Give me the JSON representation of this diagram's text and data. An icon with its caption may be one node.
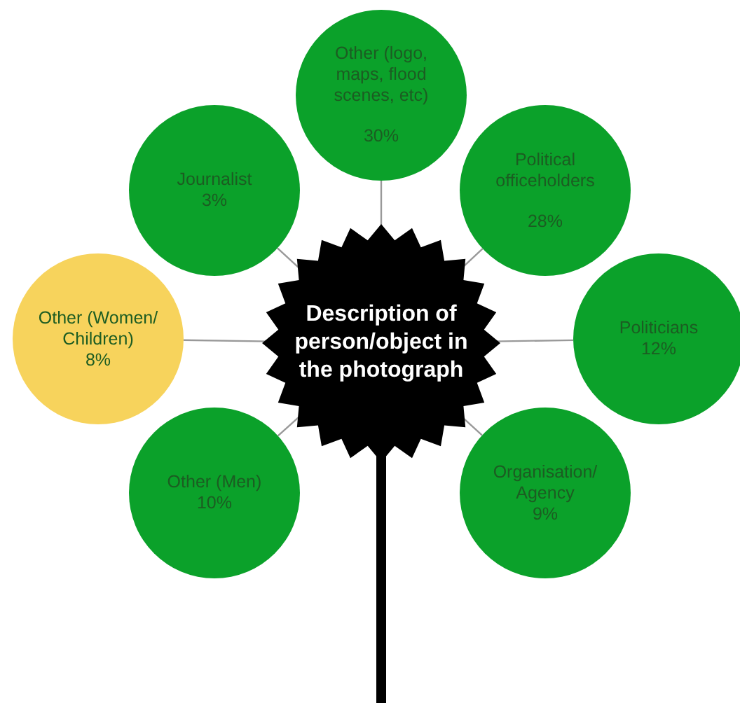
{
  "diagram": {
    "nodes": [
      {
        "text": [
          "Other (logo, maps, flood scenes, etc)",
          "30%"
        ]
      },
      {
        "text": [
          "Journalist",
          "3%"
        ]
      },
      {
        "text": [
          "Political officeholders",
          "28%"
        ]
      },
      {
        "text": [
          "Other (Women/ Children)",
          "8%"
        ]
      },
      {
        "text": [
          "Description of person/object in the photograph"
        ]
      },
      {
        "text": [
          "Politicians",
          "12%"
        ]
      },
      {
        "text": [
          "Other (Men)",
          "10%"
        ]
      },
      {
        "text": [
          "Organisation/ Agency",
          "9%"
        ]
      }
    ],
    "edges": [
      {
        "from": 4,
        "to": 0,
        "arrow": "none"
      },
      {
        "from": 4,
        "to": 1,
        "arrow": "none"
      },
      {
        "from": 4,
        "to": 2,
        "arrow": "none"
      },
      {
        "from": 4,
        "to": 3,
        "arrow": "none",
        "color": "#999999"
      },
      {
        "from": 4,
        "to": 5,
        "arrow": "none"
      },
      {
        "from": 4,
        "to": 6,
        "arrow": "none"
      },
      {
        "from": 4,
        "to": 7,
        "arrow": "none"
      }
    ]
  }
}
